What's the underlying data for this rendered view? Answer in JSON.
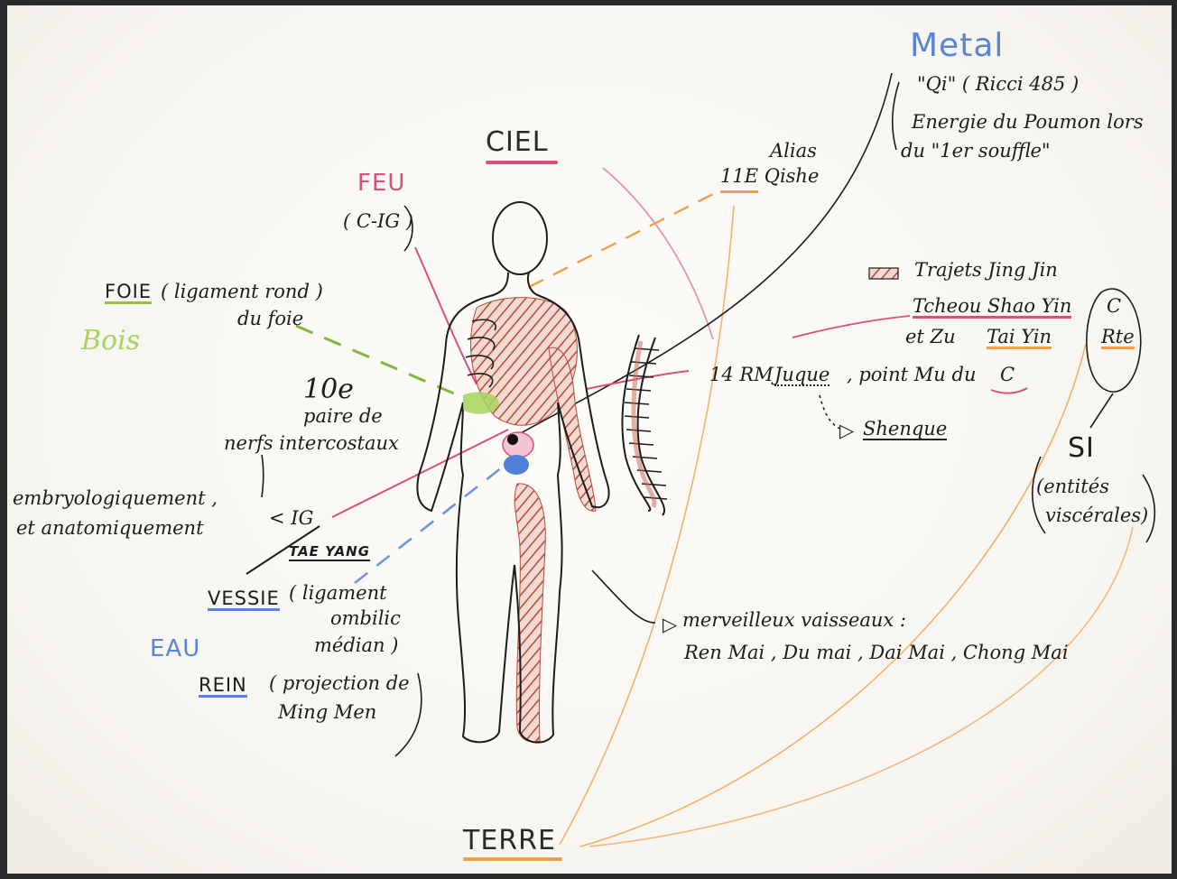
{
  "colors": {
    "paper": "#f7f5f0",
    "ink": "#1c1c1c",
    "pink": "#d8507e",
    "orange": "#f1a04a",
    "green": "#8fc53d",
    "blue": "#5a85d6",
    "red_hatching": "#b5493c"
  },
  "labels": {
    "metal": "Metal",
    "qi": "\"Qi\" ( Ricci 485 )",
    "energie": "Energie du Poumon lors",
    "premier_souffle": "du \"1er souffle\"",
    "ciel": "CIEL",
    "feu": "FEU",
    "c_ig": "( C-IG )",
    "alias": "Alias",
    "ile_qishe": "11E Qishe",
    "trajets": "Trajets Jing Jin",
    "tcheou": "Tcheou Shao Yin",
    "c_right": "C",
    "et_zu": "et Zu",
    "tai_yin": "Tai Yin",
    "rte": "Rte",
    "foie": "FOIE",
    "ligament_rond": "( ligament rond )",
    "du_foie": "du foie",
    "bois": "Bois",
    "dixieme": "10e",
    "paire_de": "paire de",
    "nerfs": "nerfs intercostaux",
    "rm14": "14 RM",
    "juque": "Juque",
    "point_mu": ", point Mu du",
    "c_mu": "C",
    "shenque": "Shenque",
    "si": "SI",
    "entites": "(entités",
    "viscerales": "viscérales)",
    "embryo": "embryologiquement ,",
    "anatom": "et anatomiquement",
    "lt_ig": "< IG",
    "tae_yang": "TAE YANG",
    "vessie": "VESSIE",
    "ligament_v": "( ligament",
    "ombilic": "ombilic",
    "median": "médian )",
    "eau": "EAU",
    "rein": "REIN",
    "projection": "( projection de",
    "ming_men": "Ming Men",
    "merveilleux": "merveilleux vaisseaux :",
    "vaisseaux_list": "Ren Mai , Du mai , Dai Mai , Chong Mai",
    "terre": "TERRE"
  }
}
